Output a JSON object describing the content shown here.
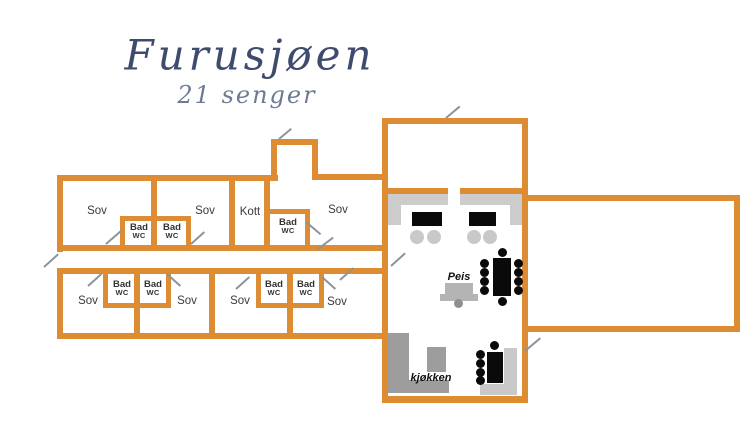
{
  "header": {
    "title": "Furusjøen",
    "subtitle": "21 senger"
  },
  "room_labels": {
    "sov": "Sov",
    "kott": "Kott",
    "bad": "Bad",
    "wc": "WC",
    "peis": "Peis",
    "kjokken": "kjøkken"
  },
  "rooms": {
    "upper_wing": [
      "Sov",
      "Bad WC",
      "Bad WC",
      "Sov",
      "Kott",
      "Bad WC",
      "Sov"
    ],
    "lower_wing": [
      "Sov",
      "Bad WC",
      "Bad WC",
      "Sov",
      "Sov",
      "Bad WC",
      "Bad WC",
      "Sov"
    ],
    "main_house": [
      "Peis",
      "kjøkken"
    ]
  },
  "colors": {
    "wall_orange": "#dd8c34",
    "title_blue": "#3e4b6e",
    "subtitle_blue": "#6e7a94",
    "label_ink": "#3a3a3a",
    "counter_gray": "#9d9d9d",
    "counter_light_gray": "#c9c9c9",
    "bench_gray": "#cccccc",
    "furniture_black": "#0a0a0a",
    "door_line_gray": "#8d939c"
  }
}
